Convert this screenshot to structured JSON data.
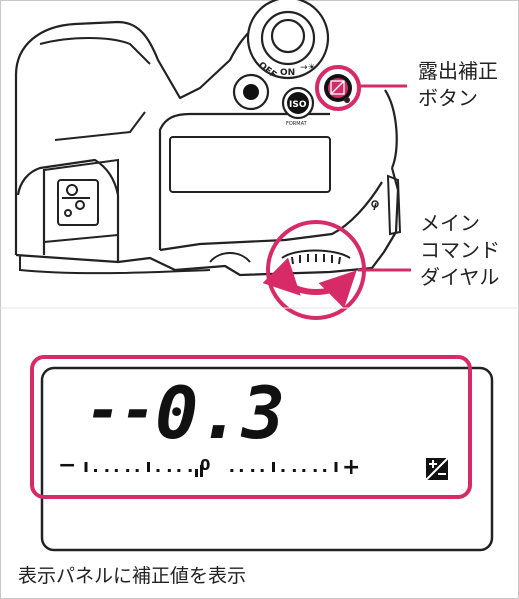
{
  "labels": {
    "exposure_button": [
      "露出補正",
      "ボタン"
    ],
    "main_dial": [
      "メイン",
      "コマンド",
      "ダイヤル"
    ]
  },
  "camera": {
    "mode_switch": {
      "off": "OFF",
      "on": "ON"
    },
    "iso_button": "ISO",
    "format_label": "FORMAT"
  },
  "lcd": {
    "value": "0.3",
    "sign": "--",
    "scale_minus": "−",
    "scale_plus": "+",
    "scale_zero": "0"
  },
  "caption": "表示パネルに補正値を表示",
  "colors": {
    "accent": "#d62b66",
    "outline": "#222222"
  }
}
